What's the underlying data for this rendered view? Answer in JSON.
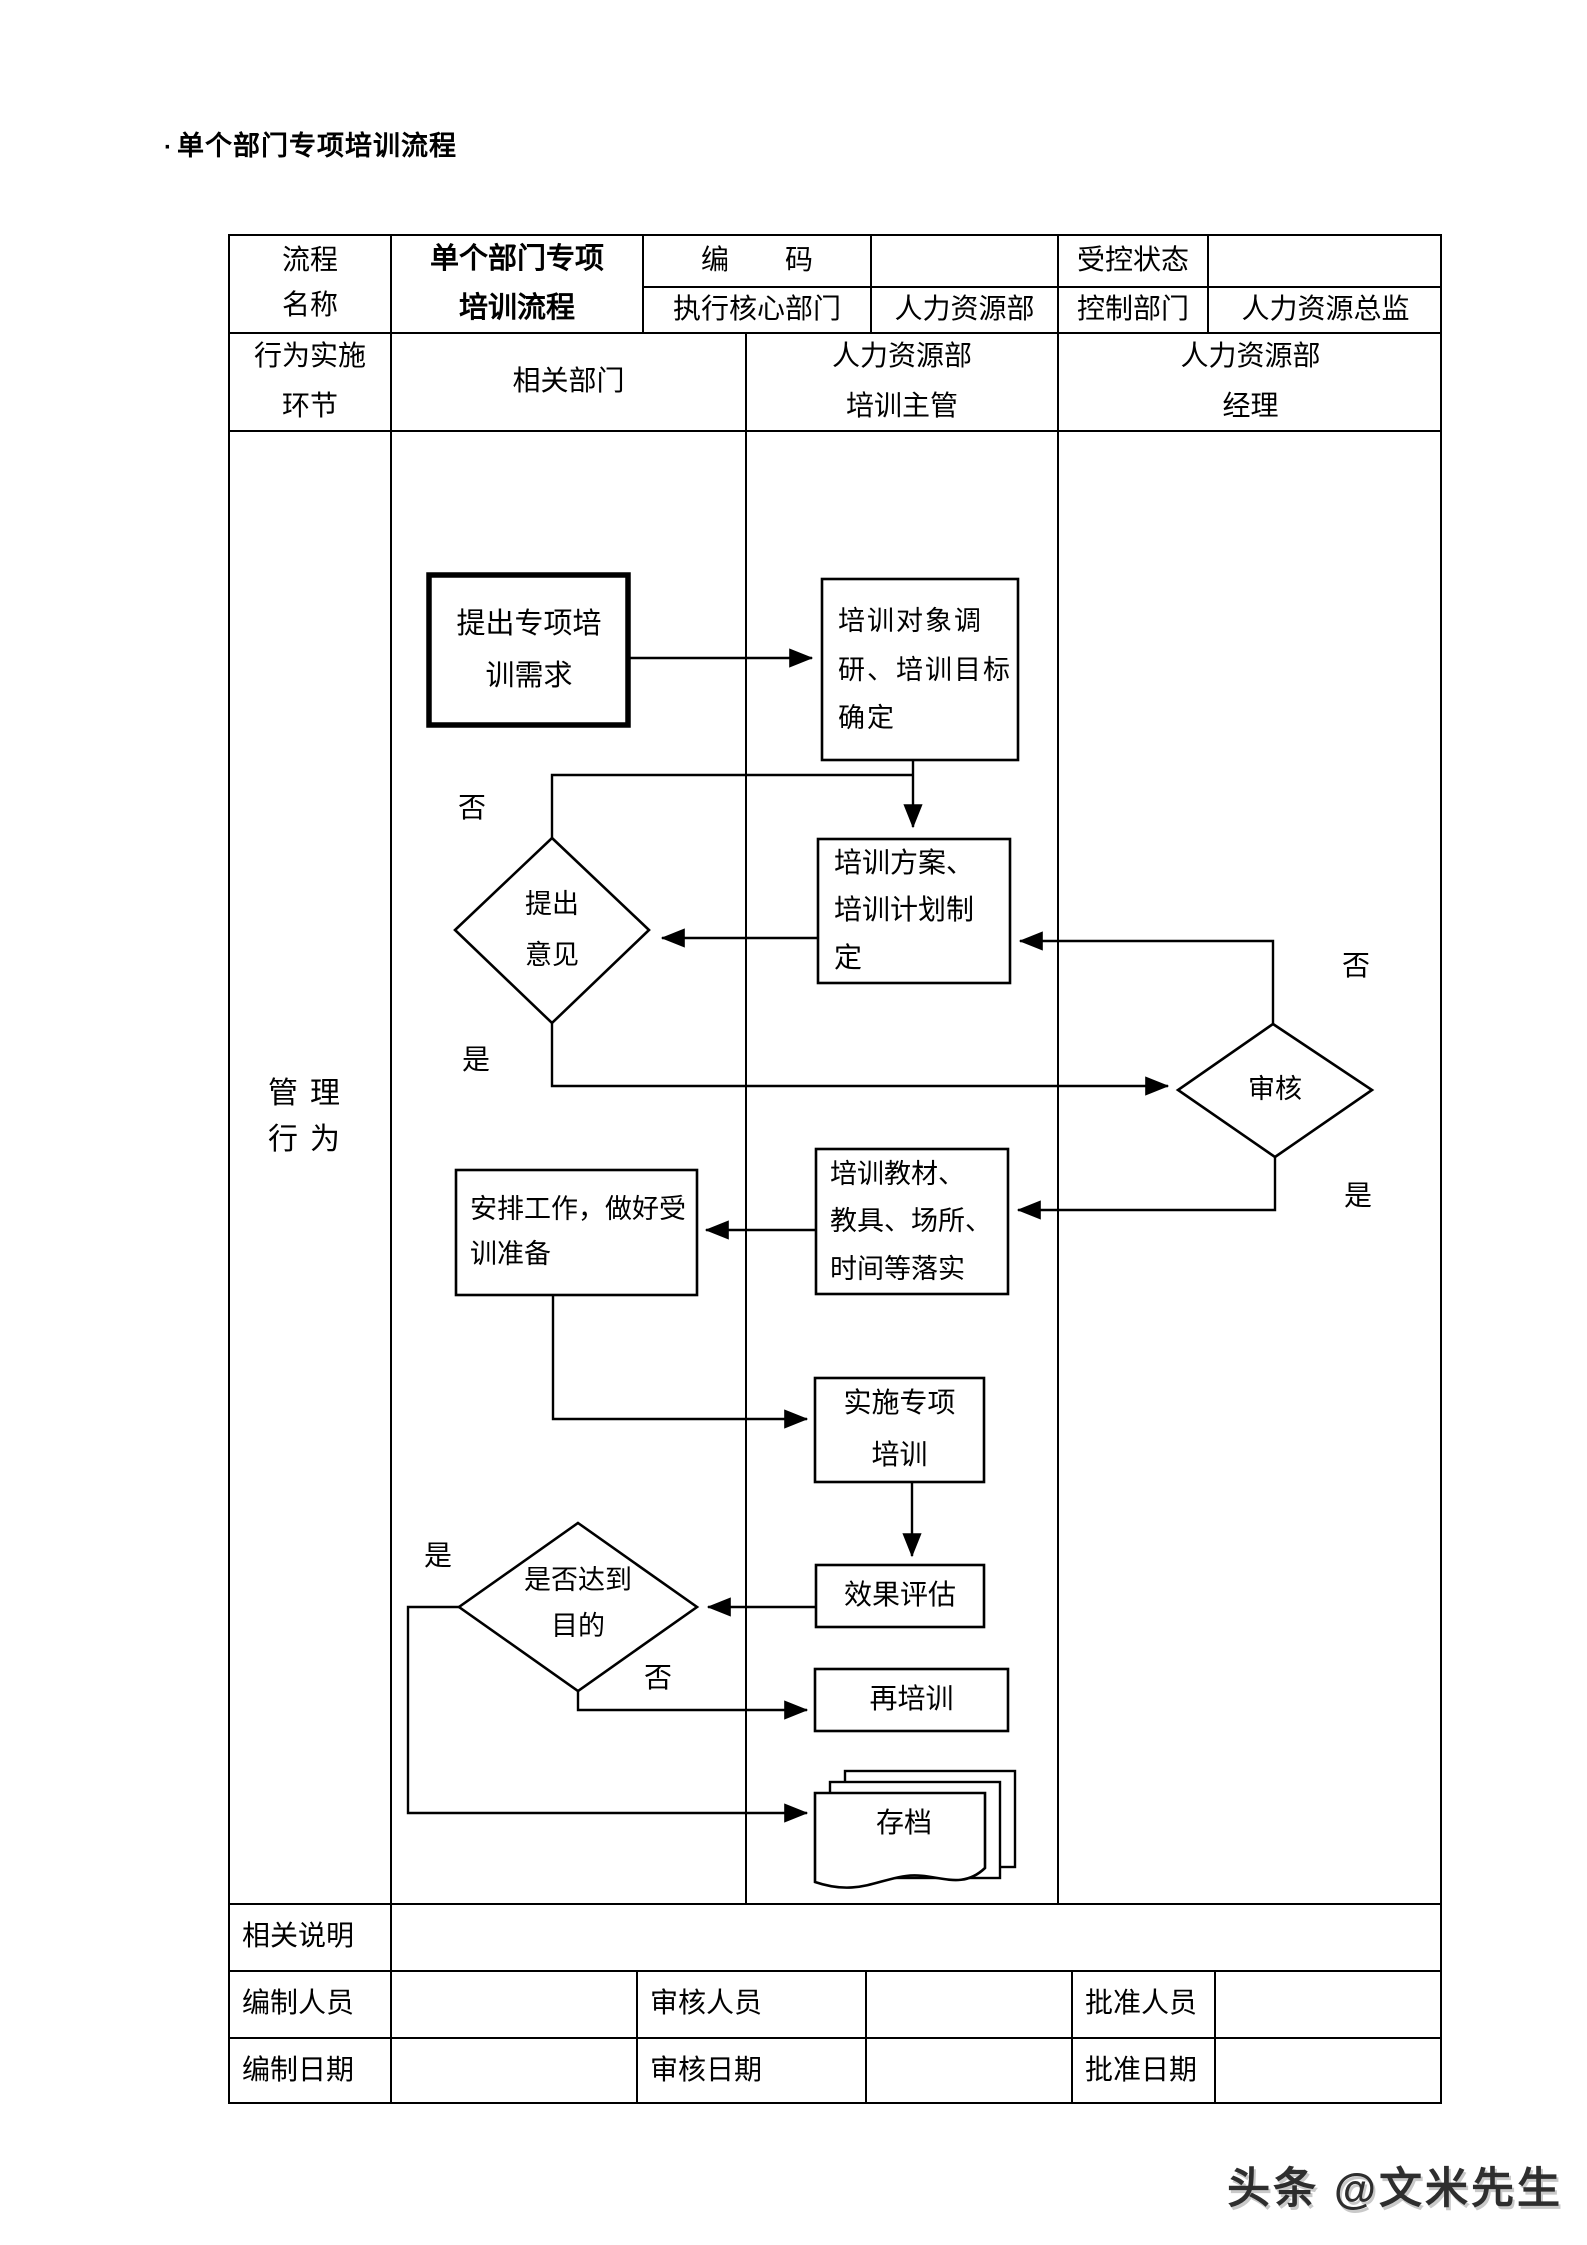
{
  "title_bullet": "·",
  "title": "单个部门专项培训流程",
  "form": {
    "process_name_label": "流程\n名称",
    "process_name": "单个部门专项\n培训流程",
    "code_label": "编　　码",
    "code_value": "",
    "controlled_label": "受控状态",
    "controlled_value": "",
    "exec_dept_label": "执行核心部门",
    "exec_dept_value": "人力资源部",
    "control_dept_label": "控制部门",
    "control_dept_value": "人力资源总监",
    "stage_label": "行为实施\n环节",
    "col_related_dept": "相关部门",
    "col_hr_supervisor": "人力资源部\n培训主管",
    "col_hr_manager": "人力资源部\n经理",
    "manage_label": "管理\n行为",
    "notes_label": "相关说明",
    "notes_value": "",
    "preparer_label": "编制人员",
    "preparer_value": "",
    "reviewer_label": "审核人员",
    "reviewer_value": "",
    "approver_label": "批准人员",
    "approver_value": "",
    "prepare_date_label": "编制日期",
    "prepare_date_value": "",
    "review_date_label": "审核日期",
    "review_date_value": "",
    "approve_date_label": "批准日期",
    "approve_date_value": ""
  },
  "flow": {
    "start": "提出专项培\n训需求",
    "survey": "培训对象调\n研、培训目标\n确定",
    "plan": "培训方案、\n培训计划制\n定",
    "opinion": "提出\n意见",
    "review": "审核",
    "material": "培训教材、\n教具、场所、\n时间等落实",
    "arrange": "安排工作，做好受\n训准备",
    "implement": "实施专项\n培训",
    "evaluate": "效果评估",
    "goal": "是否达到\n目的",
    "retrain": "再培训",
    "archive": "存档",
    "labels": {
      "opinion_no": "否",
      "opinion_yes": "是",
      "review_no": "否",
      "review_yes": "是",
      "goal_yes": "是",
      "goal_no": "否"
    }
  },
  "footer": "头条 @文米先生",
  "colors": {
    "line": "#000000",
    "text": "#111111"
  }
}
